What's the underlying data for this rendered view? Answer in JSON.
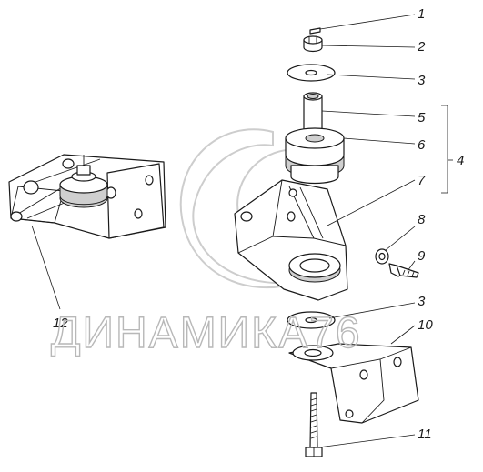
{
  "watermark": {
    "text": "ДИНАМИКА76"
  },
  "callouts": [
    {
      "id": "1",
      "label": "1"
    },
    {
      "id": "2",
      "label": "2"
    },
    {
      "id": "3a",
      "label": "3"
    },
    {
      "id": "5",
      "label": "5"
    },
    {
      "id": "6",
      "label": "6"
    },
    {
      "id": "4",
      "label": "4"
    },
    {
      "id": "7",
      "label": "7"
    },
    {
      "id": "8",
      "label": "8"
    },
    {
      "id": "9",
      "label": "9"
    },
    {
      "id": "3b",
      "label": "3"
    },
    {
      "id": "10",
      "label": "10"
    },
    {
      "id": "11",
      "label": "11"
    },
    {
      "id": "12",
      "label": "12"
    }
  ]
}
